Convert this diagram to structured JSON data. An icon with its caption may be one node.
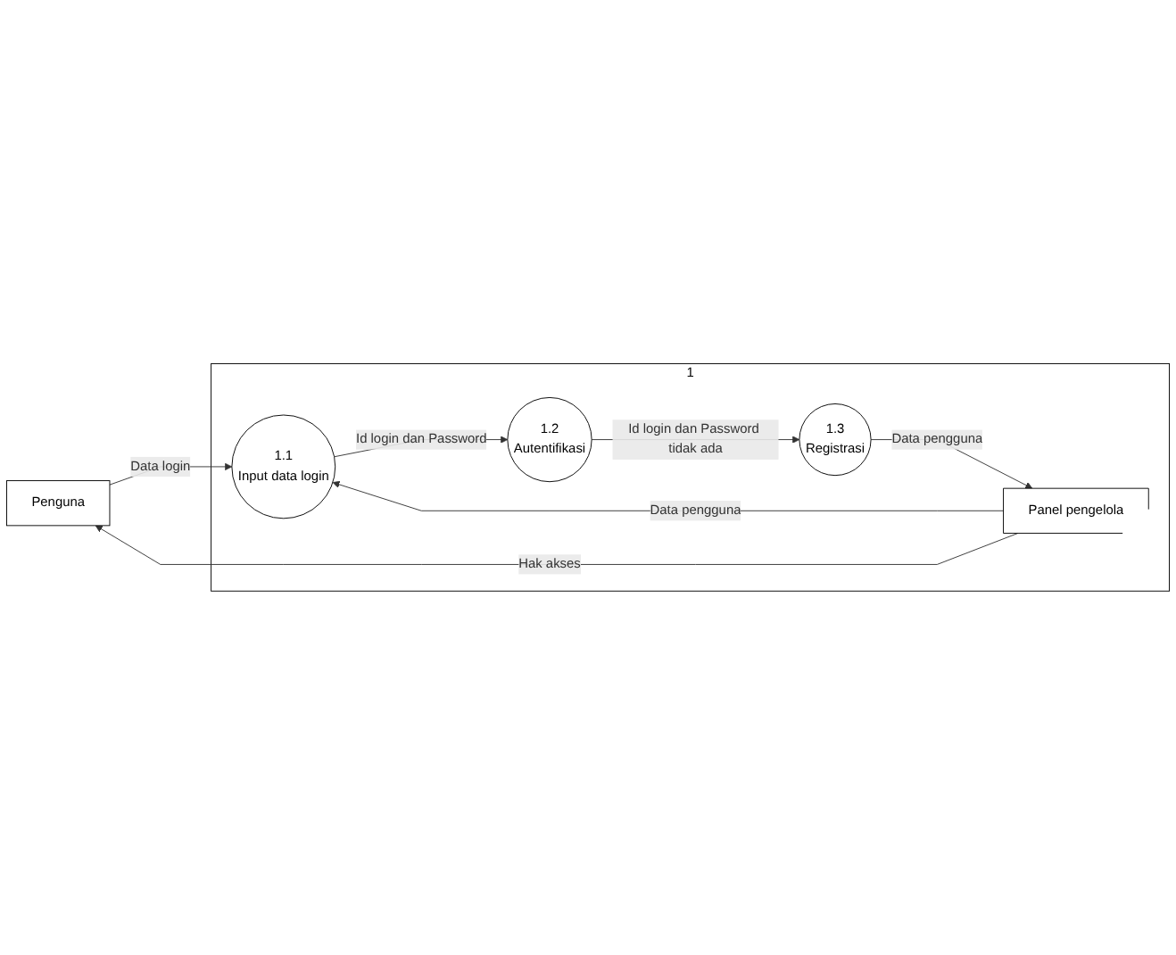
{
  "diagram": {
    "nodes": [
      {
        "text": [
          "Penguna"
        ]
      },
      {
        "text": [
          "1"
        ]
      },
      {
        "text": [
          "Panel pengelola"
        ],
        "in": 1
      },
      {
        "text": [
          "1.1",
          "Input data login"
        ],
        "in": 1
      },
      {
        "text": [
          "1.2",
          "Autentifikasi"
        ],
        "in": 1
      },
      {
        "text": [
          "1.3",
          "Registrasi"
        ],
        "in": 1
      }
    ],
    "edges": [
      {
        "from": 2,
        "to": 0,
        "arrow": "to",
        "label": "Hak akses"
      },
      {
        "from": 0,
        "to": 3,
        "arrow": "to",
        "label": "Data login"
      },
      {
        "from": 2,
        "to": 3,
        "arrow": "to",
        "label": "Data pengguna"
      },
      {
        "from": 3,
        "to": 4,
        "arrow": "to",
        "label": "Id login dan Password"
      },
      {
        "from": 4,
        "to": 5,
        "arrow": "to",
        "label": "Id login dan Password tidak ada"
      },
      {
        "from": 5,
        "to": 2,
        "arrow": "to",
        "label": "Data pengguna"
      }
    ]
  }
}
